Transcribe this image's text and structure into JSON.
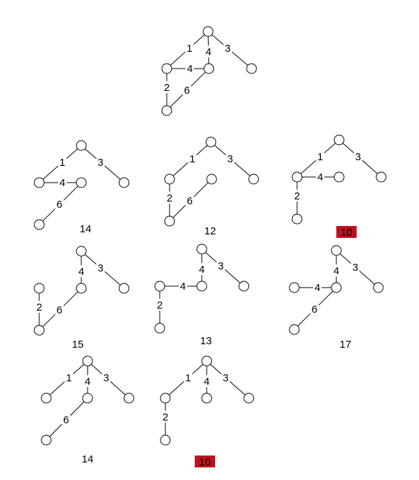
{
  "colors": {
    "edge": "#000000",
    "node_fill": "#ffffff",
    "node_stroke": "#000000",
    "label_bg": "#ffffff",
    "highlight_bg": "#c0101e",
    "highlight_text": "#000000"
  },
  "graph": {
    "nodes": [
      "n1",
      "n2",
      "n3",
      "n4",
      "n5"
    ],
    "edges": [
      {
        "id": "e1",
        "from": "n1",
        "to": "n2",
        "weight": "1"
      },
      {
        "id": "e2",
        "from": "n1",
        "to": "n3",
        "weight": "4"
      },
      {
        "id": "e3",
        "from": "n1",
        "to": "n4",
        "weight": "3"
      },
      {
        "id": "e4",
        "from": "n2",
        "to": "n3",
        "weight": "4"
      },
      {
        "id": "e5",
        "from": "n2",
        "to": "n5",
        "weight": "2"
      },
      {
        "id": "e6",
        "from": "n3",
        "to": "n5",
        "weight": "6"
      }
    ]
  },
  "spanning_trees": [
    {
      "edges": [
        "e1",
        "e3",
        "e4",
        "e6"
      ],
      "total": "14",
      "highlighted": false
    },
    {
      "edges": [
        "e1",
        "e3",
        "e5",
        "e6"
      ],
      "total": "12",
      "highlighted": false
    },
    {
      "edges": [
        "e1",
        "e3",
        "e4",
        "e5"
      ],
      "total": "10",
      "highlighted": true
    },
    {
      "edges": [
        "e2",
        "e3",
        "e5",
        "e6"
      ],
      "total": "15",
      "highlighted": false
    },
    {
      "edges": [
        "e2",
        "e3",
        "e4",
        "e5"
      ],
      "total": "13",
      "highlighted": false
    },
    {
      "edges": [
        "e2",
        "e3",
        "e4",
        "e6"
      ],
      "total": "17",
      "highlighted": false
    },
    {
      "edges": [
        "e1",
        "e2",
        "e3",
        "e6"
      ],
      "total": "14",
      "highlighted": false
    },
    {
      "edges": [
        "e1",
        "e2",
        "e3",
        "e5"
      ],
      "total": "10",
      "highlighted": true
    }
  ]
}
